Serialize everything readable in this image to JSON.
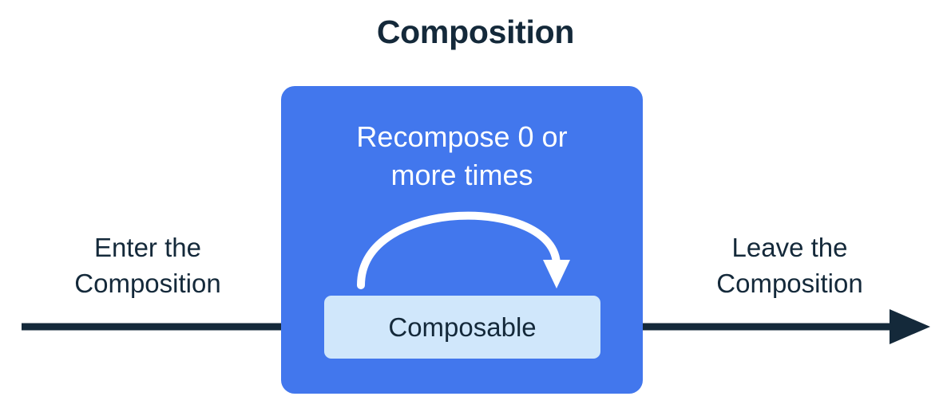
{
  "diagram": {
    "title": "Composition",
    "type": "flow-diagram",
    "background_color": "#ffffff"
  },
  "composition_box": {
    "name": "Composition",
    "fill_color": "#4277ed",
    "recompose_note_line1": "Recompose 0 or",
    "recompose_note_line2": "more times",
    "note_text_color": "#ffffff"
  },
  "composable_box": {
    "label": "Composable",
    "fill_color": "#d0e7fb",
    "text_color": "#14293a"
  },
  "labels": {
    "enter_line1": "Enter the",
    "enter_line2": "Composition",
    "leave_line1": "Leave the",
    "leave_line2": "Composition",
    "text_color": "#14293a"
  },
  "arrows": {
    "enter_arrow_icon": "arrow-right-icon",
    "leave_arrow_icon": "arrow-right-icon",
    "recompose_arrow_icon": "curved-loop-arrow-icon",
    "arrow_color": "#14293a",
    "recompose_arrow_color": "#ffffff"
  }
}
